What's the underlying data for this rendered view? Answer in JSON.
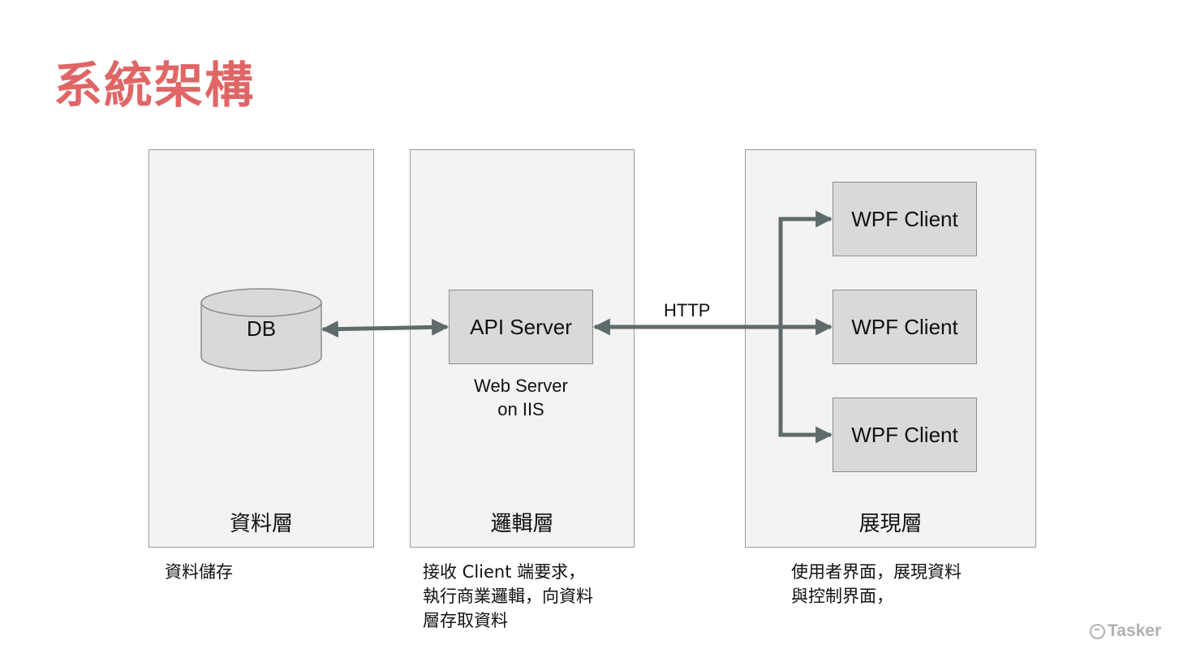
{
  "title": "系統架構",
  "layers": {
    "data": {
      "label": "資料層",
      "description": "資料儲存"
    },
    "logic": {
      "label": "邏輯層",
      "description": "接收 Client 端要求，\n執行商業邏輯，向資料\n層存取資料"
    },
    "presentation": {
      "label": "展現層",
      "description": "使用者界面，展現資料\n與控制界面，"
    }
  },
  "nodes": {
    "db": "DB",
    "api_server": "API Server",
    "api_caption_line1": "Web Server",
    "api_caption_line2": "on IIS",
    "clients": [
      "WPF Client",
      "WPF Client",
      "WPF Client"
    ]
  },
  "edges": {
    "http_label": "HTTP"
  },
  "logo": "Tasker",
  "colors": {
    "title": "#e06666",
    "arrow": "#5f6b6b",
    "panel": "#f3f3f3",
    "node": "#d9d9d9"
  }
}
